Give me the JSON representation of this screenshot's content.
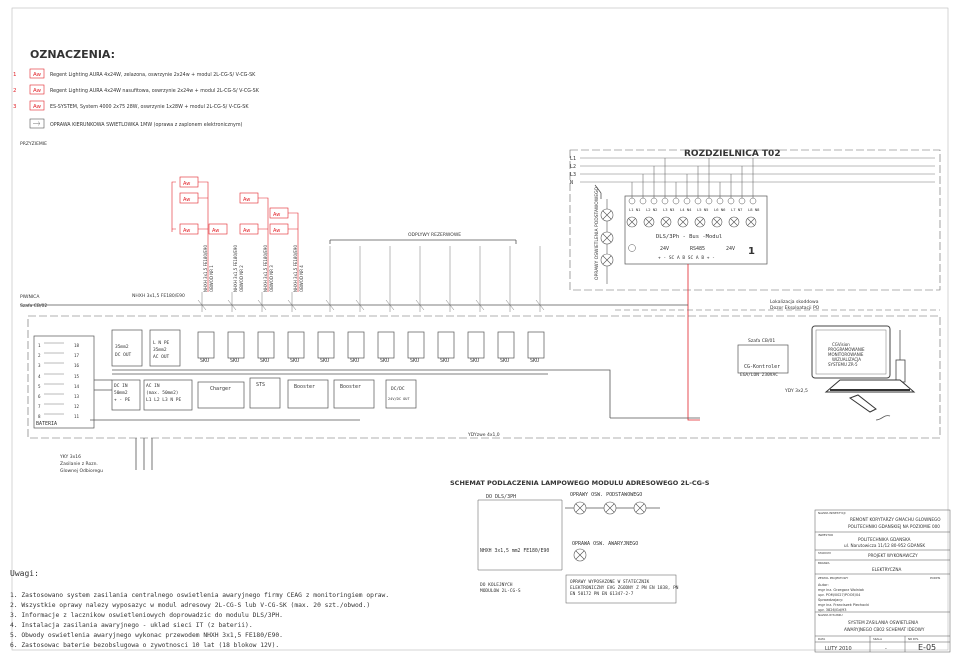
{
  "legend": {
    "title": "OZNACZENIA:",
    "badge": "Aw",
    "items": [
      {
        "num": "1",
        "text": "Regent Lighting AURA 4x24W, zelazona, oswrzynie 2x24w + modul 2L-CG-S/ V-CG-SK"
      },
      {
        "num": "2",
        "text": "Regent Lighting AURA 4x24W nasufitowa, oswrzynie 2x24w + modul 2L-CG-S/ V-CG-SK"
      },
      {
        "num": "3",
        "text": "ES-SYSTEM, System 4000 2x75 28W, oswrzynie 1x28W + modul 2L-CG-S/ V-CG-SK"
      },
      {
        "num": "",
        "text": "OPRAWA KIERUNKOWA SWIETLOWKA 1MW (oprawa z zaplonem elektronicznym)"
      }
    ],
    "section_label": "PRZYZIEMIE"
  },
  "switchboard": {
    "title": "ROZDZIELNICA T02",
    "phases": [
      "L1",
      "L2",
      "L3",
      "N"
    ],
    "module_line": "DLS/3Ph - Bus -Modul",
    "module_labels": [
      "24V",
      "RS485",
      "24V"
    ],
    "module_bus": "+ - SC A B   SC A B + -",
    "module_num": "1",
    "terminals": [
      "L1 N1",
      "L2 N2",
      "L3 N3",
      "L4 N4",
      "L5 N5",
      "L6 N6",
      "L7 N7",
      "L8 N8"
    ],
    "base_label": "OPRAWY OSWIETLENIA PODSTAWOWEGO"
  },
  "circuits": {
    "cables": [
      "NHXH 3x1,5 FE180/E90",
      "NHXH 3x1,5 FE180/E90",
      "NHXH 3x1,5 FE180/E90",
      "NHXH 3x1,5 FE180/E90"
    ],
    "circuit_names": [
      "OBWOD NR 1",
      "OBWOD NR 2",
      "OBWOD NR 3",
      "OBWOD NR 4"
    ],
    "reserve": "ODPLYWY REZERWOWE",
    "feed_cable": "NHXH 3x1,5 FE180/E90",
    "panel_label": "PIWNICA",
    "room_label": "Szafa CB/02",
    "location_note": "Lokalizacja skoddowa\nDozor Eksploatacji PO"
  },
  "cabinet": {
    "module_label": "SKU",
    "dc_out": [
      "35mm2",
      "DC OUT"
    ],
    "ac_out": [
      "L N PE",
      "35mm2",
      "AC OUT"
    ],
    "dc_in": [
      "DC IN",
      "50mm2",
      "+ - PE"
    ],
    "ac_in": [
      "AC IN",
      "(max. 50mm2)",
      "L1 L2 L3 N PE"
    ],
    "charger": "Charger",
    "sts": "STS",
    "booster1": "Booster",
    "booster2": "Booster",
    "dcdc": [
      "DC/DC",
      "24V/DC OUT"
    ],
    "battery": "BATERIA",
    "controller": "CG-Kontroler",
    "controller_sub": "EGA/LON 230VAC",
    "cabinet_label": "Szafa CB/01",
    "pc_text": "CGVision PROGRAMOWANIE MONITOROWANIE WIZUALIZACJA SYSTEMU ZR-5",
    "cable_ydy": "YDY 3x2,5",
    "cable_ydy2": "YDYzwe 4x1,0",
    "feed_note": [
      "YKY 3x16",
      "Zasilanie z Rozn.",
      "Glownej Odbioregu"
    ]
  },
  "scheme": {
    "title": "SCHEMAT PODLACZENIA LAMPOWEGO MODULU ADRESOWEGO 2L-CG-S",
    "do_label": "DO DLS/3PH",
    "base_lamps": "OPRAWY OSW. PODSTAWOWEGO",
    "cable": "NHXH 3x1,5 mm2 FE180/E90",
    "emergency_lamps": "OPRAWA OSW. AWARYJNEGO",
    "to_modules": "DO KOLEJNYCH MODULOW 2L-CG-S",
    "note": "OPRAWY WYPOSAZONE W STATECZNIK ELEKTRONICZNY EVG ZGODNY Z PN EN 1838, PN EN 50172 PN EN 61347-2-7"
  },
  "remarks": {
    "title": "Uwagi:",
    "lines": [
      "1. Zastosowano system zasilania centralnego oswietlenia awaryjnego firmy CEAG z monitoringiem opraw.",
      "2. Wszystkie oprawy nalezy wyposazyc w modul adresowy 2L-CG-S lub V-CG-SK (max. 20 szt./obwod.)",
      "3. Informacje z lacznikow oswietleniowych doprowadzic do modulu DLS/3PH.",
      "4. Instalacja zasilania awaryjnego - uklad sieci IT (z baterii).",
      "5. Obwody oswietlenia awaryjnego wykonac przewodem NHXH 3x1,5 FE180/E90.",
      "6. Zastosowac baterie bezobslugowa o zywotnosci 10 lat (18 blokow 12V)."
    ]
  },
  "titleblock": {
    "inv_label": "NAZWA INWESTYCJI",
    "inv_text": [
      "REMONT KORYTARZY GMACHU GLOWNEGO",
      "POLITECHNIKI GDANSKIEJ NA POZIOMIE 000"
    ],
    "investor_label": "INWESTOR",
    "investor_text": [
      "POLITECHNIKA GDANSKA",
      "ul. Narutowicza 11/12  80-952 GDANSK"
    ],
    "stage_label": "STADIUM",
    "stage_text": "PROJEKT WYKONAWCZY",
    "branch_label": "BRANZA",
    "branch_text": "ELEKTRYCZNA",
    "authors_label": "ZESPOL PROJEKTOWY",
    "sign_label": "PODPIS",
    "author": [
      "Autor:",
      "mgr inz. Grzegorz Wolniak",
      "upr. POM/0027/POOE/04"
    ],
    "checker": [
      "Sprawdzajacy:",
      "mgr inz. Franciszek Piechocki",
      "upr. 3826/Gd/93"
    ],
    "drawing_label": "NAZWA RYSUNKU",
    "drawing_text": [
      "SYSTEM ZASILANIA OSWIETLENIA",
      "AWARYJNEGO CB02 SCHEMAT IDEOWY"
    ],
    "date_label": "DATA",
    "date_text": "LUTY 2010",
    "scale_label": "SKALA",
    "scale_text": "-",
    "num_label": "NR RYS.",
    "num_text": "E-05"
  }
}
